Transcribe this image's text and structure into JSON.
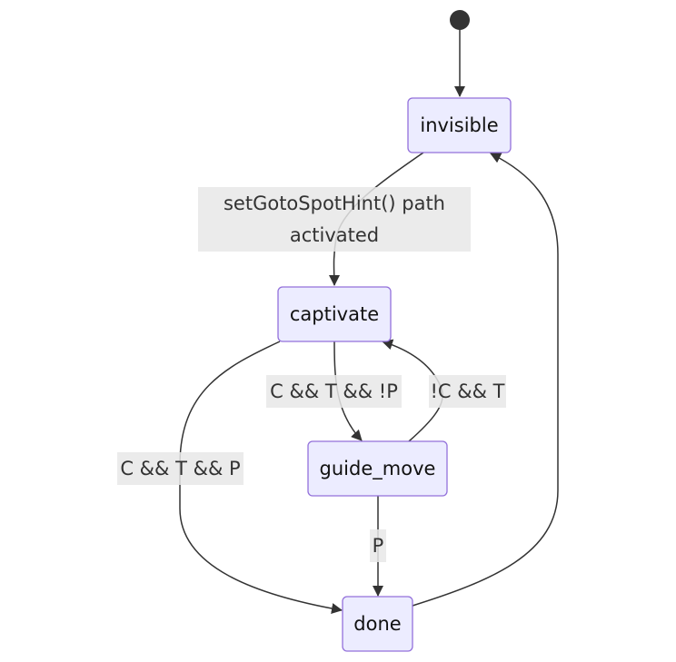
{
  "diagram": {
    "type": "state-diagram",
    "states": {
      "invisible": "invisible",
      "captivate": "captivate",
      "guide_move": "guide_move",
      "done": "done"
    },
    "transitions": {
      "start_invisible": "",
      "invisible_captivate_line1": "setGotoSpotHint() path",
      "invisible_captivate_line2": "activated",
      "captivate_guide_move": "C && T && !P",
      "guide_move_captivate": "!C && T",
      "captivate_done": "C && T && P",
      "guide_move_done": "P",
      "done_invisible": ""
    },
    "colors": {
      "state_fill": "#ECECFF",
      "state_stroke": "#9370DB",
      "edge": "#333333",
      "label_bg": "#E8E8E8"
    }
  }
}
